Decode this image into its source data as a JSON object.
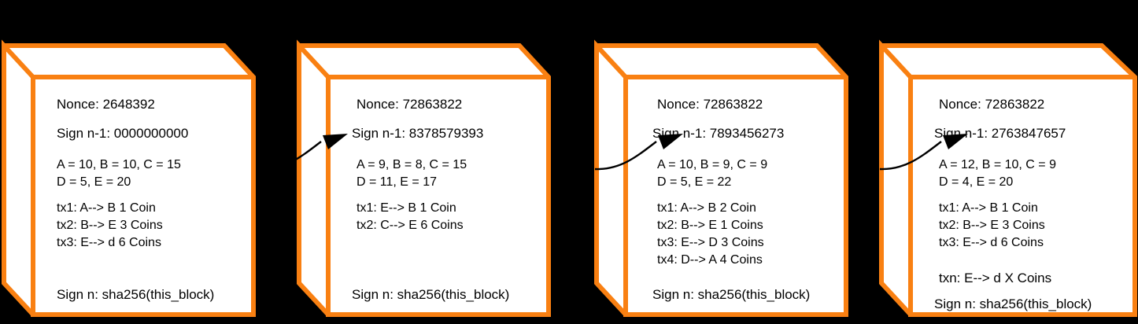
{
  "diagram": {
    "title": "Blockchain block chain diagram",
    "accent_color": "#F98012",
    "background_color": "#000000",
    "face_color": "#FFFFFF",
    "text_color": "#000000",
    "arrow_color": "#000000",
    "arrow_label": "previous-block-hash-link"
  },
  "blocks": [
    {
      "id": "block-1",
      "nonce": "Nonce: 2648392",
      "sign_prev": "Sign n-1: 0000000000",
      "balances": [
        "A = 10, B = 10, C = 15",
        "D = 5, E = 20"
      ],
      "transactions": [
        "tx1: A--> B 1 Coin",
        "tx2: B--> E 3 Coins",
        "tx3: E--> d 6 Coins"
      ],
      "ellipsis": "",
      "sign_self": "Sign n: sha256(this_block)",
      "has_incoming_arrow": false
    },
    {
      "id": "block-2",
      "nonce": "Nonce: 72863822",
      "sign_prev": "Sign n-1: 8378579393",
      "balances": [
        "A = 9, B = 8, C = 15",
        "D = 11, E = 17"
      ],
      "transactions": [
        "tx1: E--> B 1 Coin",
        "tx2: C--> E 6 Coins"
      ],
      "ellipsis": "",
      "sign_self": "Sign n: sha256(this_block)",
      "has_incoming_arrow": true
    },
    {
      "id": "block-3",
      "nonce": "Nonce: 72863822",
      "sign_prev": "Sign n-1: 7893456273",
      "balances": [
        "A = 10, B = 9, C = 9",
        "D = 5, E = 22"
      ],
      "transactions": [
        "tx1: A--> B 2 Coin",
        "tx2: B--> E 1 Coins",
        "tx3: E--> D 3 Coins",
        "tx4: D--> A 4 Coins"
      ],
      "ellipsis": "",
      "sign_self": "Sign n: sha256(this_block)",
      "has_incoming_arrow": true
    },
    {
      "id": "block-4",
      "nonce": "Nonce: 72863822",
      "sign_prev": "Sign n-1: 2763847657",
      "balances": [
        "A = 12, B = 10, C = 9",
        "D = 4, E = 20"
      ],
      "transactions": [
        "tx1: A--> B 1 Coin",
        "tx2: B--> E 3 Coins",
        "tx3: E--> d 6 Coins"
      ],
      "ellipsis": "txn: E--> d X Coins",
      "sign_self": "Sign n: sha256(this_block)",
      "has_incoming_arrow": true
    }
  ]
}
